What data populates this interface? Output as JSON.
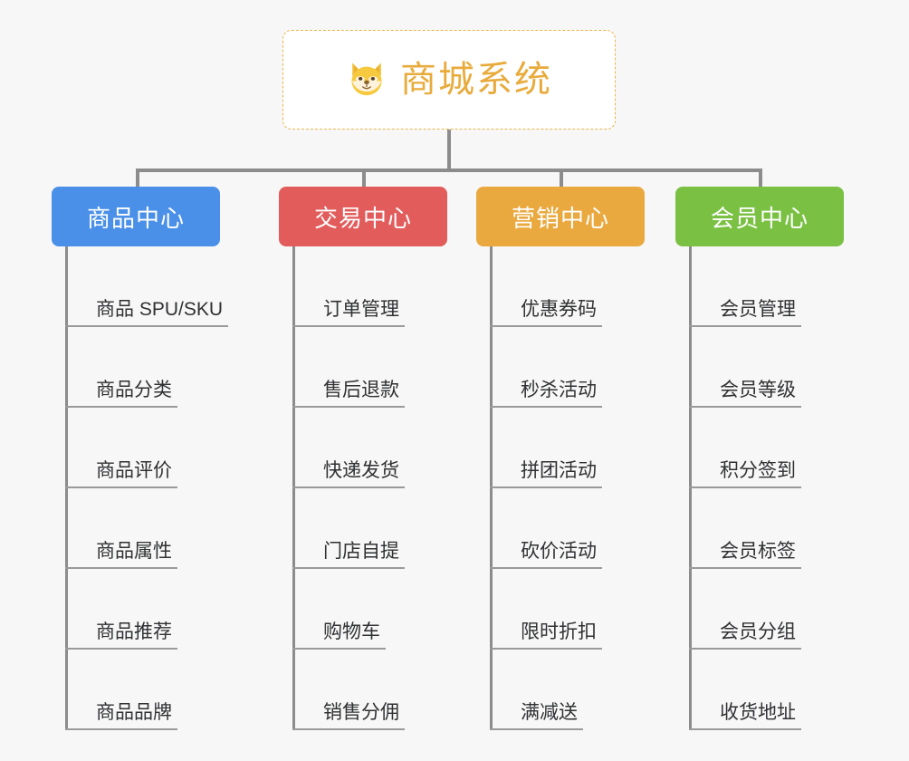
{
  "page": {
    "background_color": "#f7f7f7",
    "layout": "mind-map",
    "title": "商城系统"
  },
  "root": {
    "label": "商城系统",
    "icon": "shiba-dog-face-icon",
    "text_color": "#e8ab3c",
    "border_color": "#e9b54a",
    "background_color": "#ffffff"
  },
  "connector": {
    "color": "#8c8c8c"
  },
  "branches": [
    {
      "label": "商品中心",
      "color": "#4a90e8",
      "text_color": "#ffffff",
      "items": [
        "商品 SPU/SKU",
        "商品分类",
        "商品评价",
        "商品属性",
        "商品推荐",
        "商品品牌"
      ]
    },
    {
      "label": "交易中心",
      "color": "#e25c5c",
      "text_color": "#ffffff",
      "items": [
        "订单管理",
        "售后退款",
        "快递发货",
        "门店自提",
        "购物车",
        "销售分佣"
      ]
    },
    {
      "label": "营销中心",
      "color": "#eaa93f",
      "text_color": "#ffffff",
      "items": [
        "优惠券码",
        "秒杀活动",
        "拼团活动",
        "砍价活动",
        "限时折扣",
        "满减送"
      ]
    },
    {
      "label": "会员中心",
      "color": "#7ac143",
      "text_color": "#ffffff",
      "items": [
        "会员管理",
        "会员等级",
        "积分签到",
        "会员标签",
        "会员分组",
        "收货地址"
      ]
    }
  ]
}
